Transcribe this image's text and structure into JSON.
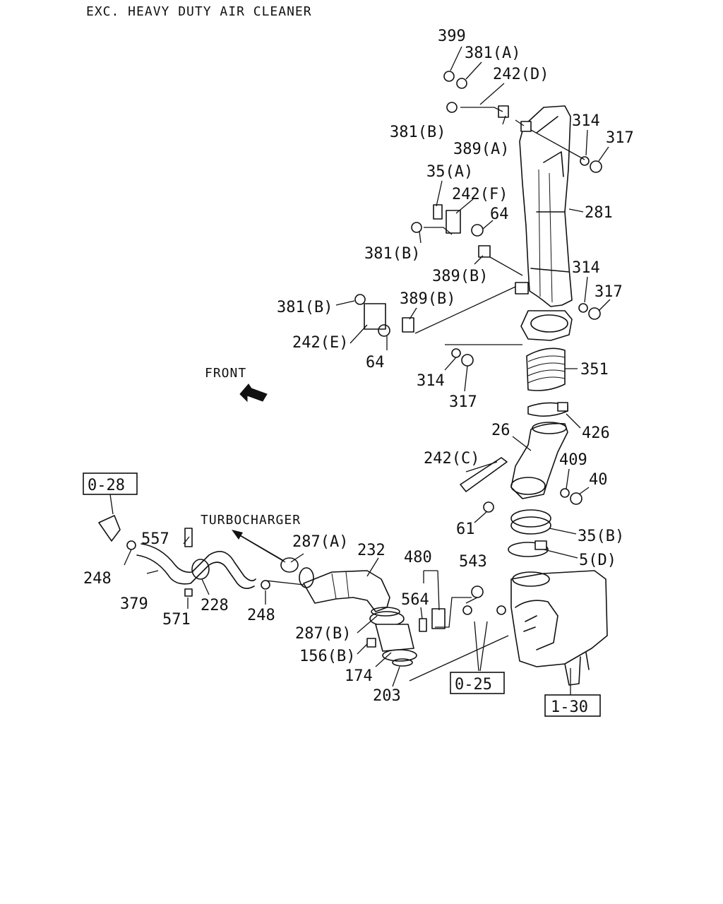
{
  "title": "EXC. HEAVY DUTY AIR CLEANER",
  "annotations": {
    "front": "FRONT",
    "turbocharger": "TURBOCHARGER"
  },
  "references": [
    "0-28",
    "0-25",
    "1-30"
  ],
  "callouts": [
    "399",
    "381(A)",
    "242(D)",
    "381(B)",
    "389(A)",
    "314",
    "317",
    "35(A)",
    "242(F)",
    "64",
    "281",
    "381(B)",
    "389(B)",
    "314",
    "317",
    "381(B)",
    "389(B)",
    "242(E)",
    "64",
    "314",
    "317",
    "351",
    "426",
    "26",
    "242(C)",
    "409",
    "40",
    "61",
    "35(B)",
    "5(D)",
    "557",
    "248",
    "379",
    "571",
    "228",
    "248",
    "287(A)",
    "232",
    "480",
    "543",
    "564",
    "287(B)",
    "156(B)",
    "174",
    "203"
  ]
}
